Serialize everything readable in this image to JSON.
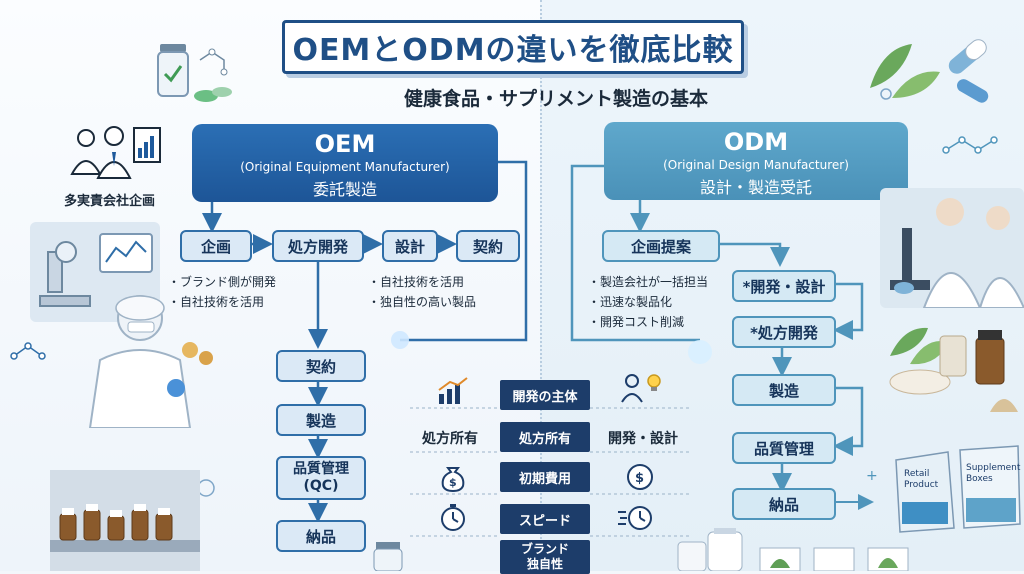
{
  "title": "OEMとODMの違いを徹底比較",
  "subtitle": "健康食品・サプリメント製造の基本",
  "oem": {
    "name": "OEM",
    "full": "(Original Equipment Manufacturer)",
    "jp": "委託製造",
    "top_flow": [
      "企画",
      "処方開発",
      "設計",
      "契約"
    ],
    "bullets_left": [
      "ブランド側が開発",
      "自社技術を活用"
    ],
    "bullets_right": [
      "自社技術を活用",
      "独自性の高い製品"
    ],
    "vertical_flow": [
      "契約",
      "製造",
      "品質管理\n(QC)",
      "納品"
    ]
  },
  "odm": {
    "name": "ODM",
    "full": "(Original Design Manufacturer)",
    "jp": "設計・製造受託",
    "proposal": "企画提案",
    "bullets": [
      "製造会社が一括担当",
      "迅速な製品化",
      "開発コスト削減"
    ],
    "flow": [
      "*開発・設計",
      "*処方開発",
      "製造",
      "品質管理",
      "納品"
    ]
  },
  "company_label": "多実責会社企画",
  "comparison": {
    "labels": [
      "開発の主体",
      "処方所有",
      "初期費用",
      "スピード",
      "ブランド\n独自性"
    ],
    "oem_value": "処方所有",
    "odm_value": "開発・設計"
  },
  "product_boxes": [
    "Retail Product",
    "Supplement Boxes"
  ],
  "colors": {
    "oem": "#1f5a9c",
    "odm": "#4f95bb",
    "navy": "#1d3d6a"
  }
}
